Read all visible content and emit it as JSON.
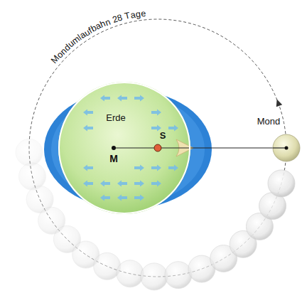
{
  "diagram": {
    "nodes": [
      {
        "text": [
          "Erde"
        ]
      },
      {
        "text": [
          "Mond"
        ]
      }
    ],
    "edges": [
      {
        "from": 0,
        "to": 1,
        "arrow": "none"
      }
    ],
    "labels": [
      "Mondumlaufbahn 28 Tage",
      "M",
      "S"
    ]
  }
}
